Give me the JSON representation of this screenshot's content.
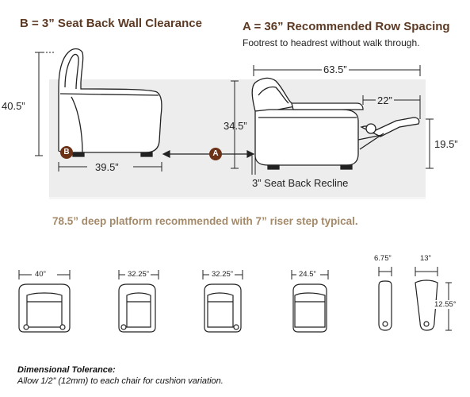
{
  "header": {
    "clearance_title": "B = 3” Seat Back Wall Clearance",
    "spacing_title": "A = 36” Recommended Row Spacing",
    "spacing_subtitle": "Footrest to headrest without walk through."
  },
  "side_view": {
    "height_label": "40.5”",
    "depth_label": "39.5”",
    "marker_b": "B",
    "marker_a": "A"
  },
  "recline_view": {
    "total_length_label": "63.5”",
    "footrest_label": "22”",
    "back_height_label": "34.5”",
    "footrest_height_label": "19.5”",
    "recline_label": "3” Seat Back Recline"
  },
  "platform_note": "78.5” deep platform recommended with 7” riser step typical.",
  "front_views": [
    {
      "width_label": "40”"
    },
    {
      "width_label": "32.25”"
    },
    {
      "width_label": "32.25”"
    },
    {
      "width_label": "24.5”"
    }
  ],
  "arm_views": [
    {
      "width_label": "6.75”"
    },
    {
      "width_label": "13”",
      "height_label": "12.55°"
    }
  ],
  "tolerance": {
    "title": "Dimensional Tolerance:",
    "body": "Allow 1/2” (12mm) to each chair for cushion variation."
  },
  "colors": {
    "heading": "#5c3a24",
    "marker": "#6b3218",
    "note": "#a58a6a",
    "floor_shade": "#ededed"
  }
}
